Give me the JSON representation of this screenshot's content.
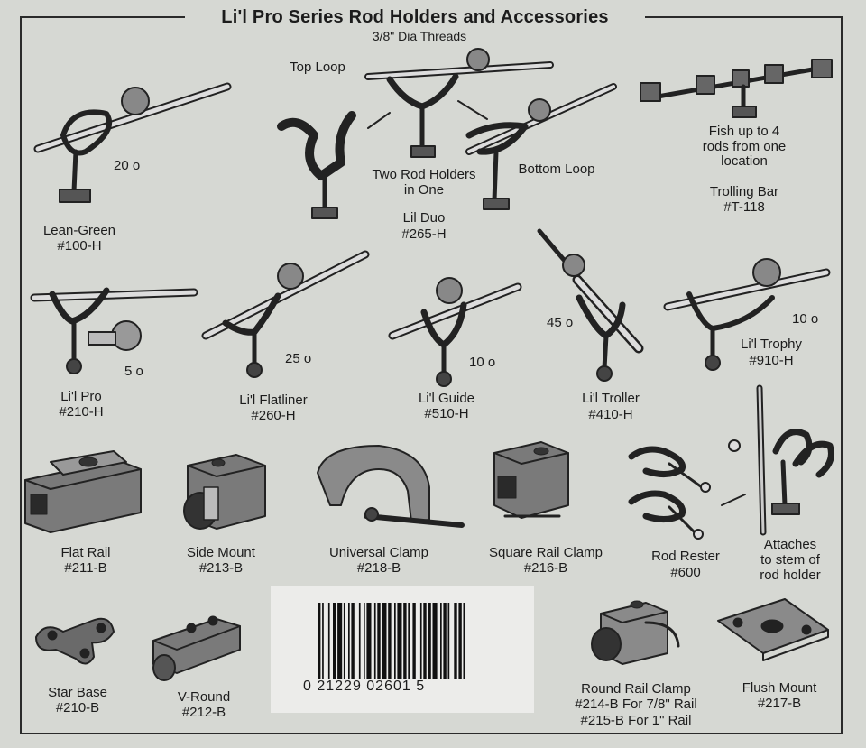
{
  "header": {
    "title": "Li'l Pro Series Rod Holders and Accessories",
    "subtitle": "3/8\" Dia  Threads"
  },
  "holders": {
    "lean_green": {
      "name": "Lean-Green",
      "part": "#100-H",
      "angle": "20 o"
    },
    "lil_duo": {
      "name": "Lil Duo",
      "part": "#265-H",
      "top_loop": "Top Loop",
      "bottom_loop": "Bottom Loop",
      "caption_1": "Two Rod Holders",
      "caption_2": "in One"
    },
    "trolling_bar": {
      "name": "Trolling Bar",
      "part": "#T-118",
      "note_1": "Fish up to 4",
      "note_2": "rods from one",
      "note_3": "location"
    },
    "lil_pro": {
      "name": "Li'l Pro",
      "part": "#210-H",
      "angle": "5 o"
    },
    "lil_flatliner": {
      "name": "Li'l Flatliner",
      "part": "#260-H",
      "angle": "25 o"
    },
    "lil_guide": {
      "name": "Li'l Guide",
      "part": "#510-H",
      "angle": "10 o"
    },
    "lil_troller": {
      "name": "Li'l Troller",
      "part": "#410-H",
      "angle": "45 o"
    },
    "lil_trophy": {
      "name": "Li'l Trophy",
      "part": "#910-H",
      "angle": "10 o"
    }
  },
  "accessories": {
    "flat_rail": {
      "name": "Flat Rail",
      "part": "#211-B"
    },
    "side_mount": {
      "name": "Side Mount",
      "part": "#213-B"
    },
    "universal_clamp": {
      "name": "Universal Clamp",
      "part": "#218-B"
    },
    "square_rail_clamp": {
      "name": "Square Rail Clamp",
      "part": "#216-B"
    },
    "rod_rester": {
      "name": "Rod Rester",
      "part": "#600"
    },
    "attaches_note": {
      "line_1": "Attaches",
      "line_2": "to stem of",
      "line_3": "rod holder"
    },
    "star_base": {
      "name": "Star Base",
      "part": "#210-B"
    },
    "v_round": {
      "name": "V-Round",
      "part": "#212-B"
    },
    "round_rail_clamp": {
      "name": "Round Rail Clamp",
      "part_1": "#214-B For 7/8\" Rail",
      "part_2": "#215-B For 1\" Rail"
    },
    "flush_mount": {
      "name": "Flush Mount",
      "part": "#217-B"
    }
  },
  "barcode": {
    "digits": "0  21229  02601  5"
  }
}
